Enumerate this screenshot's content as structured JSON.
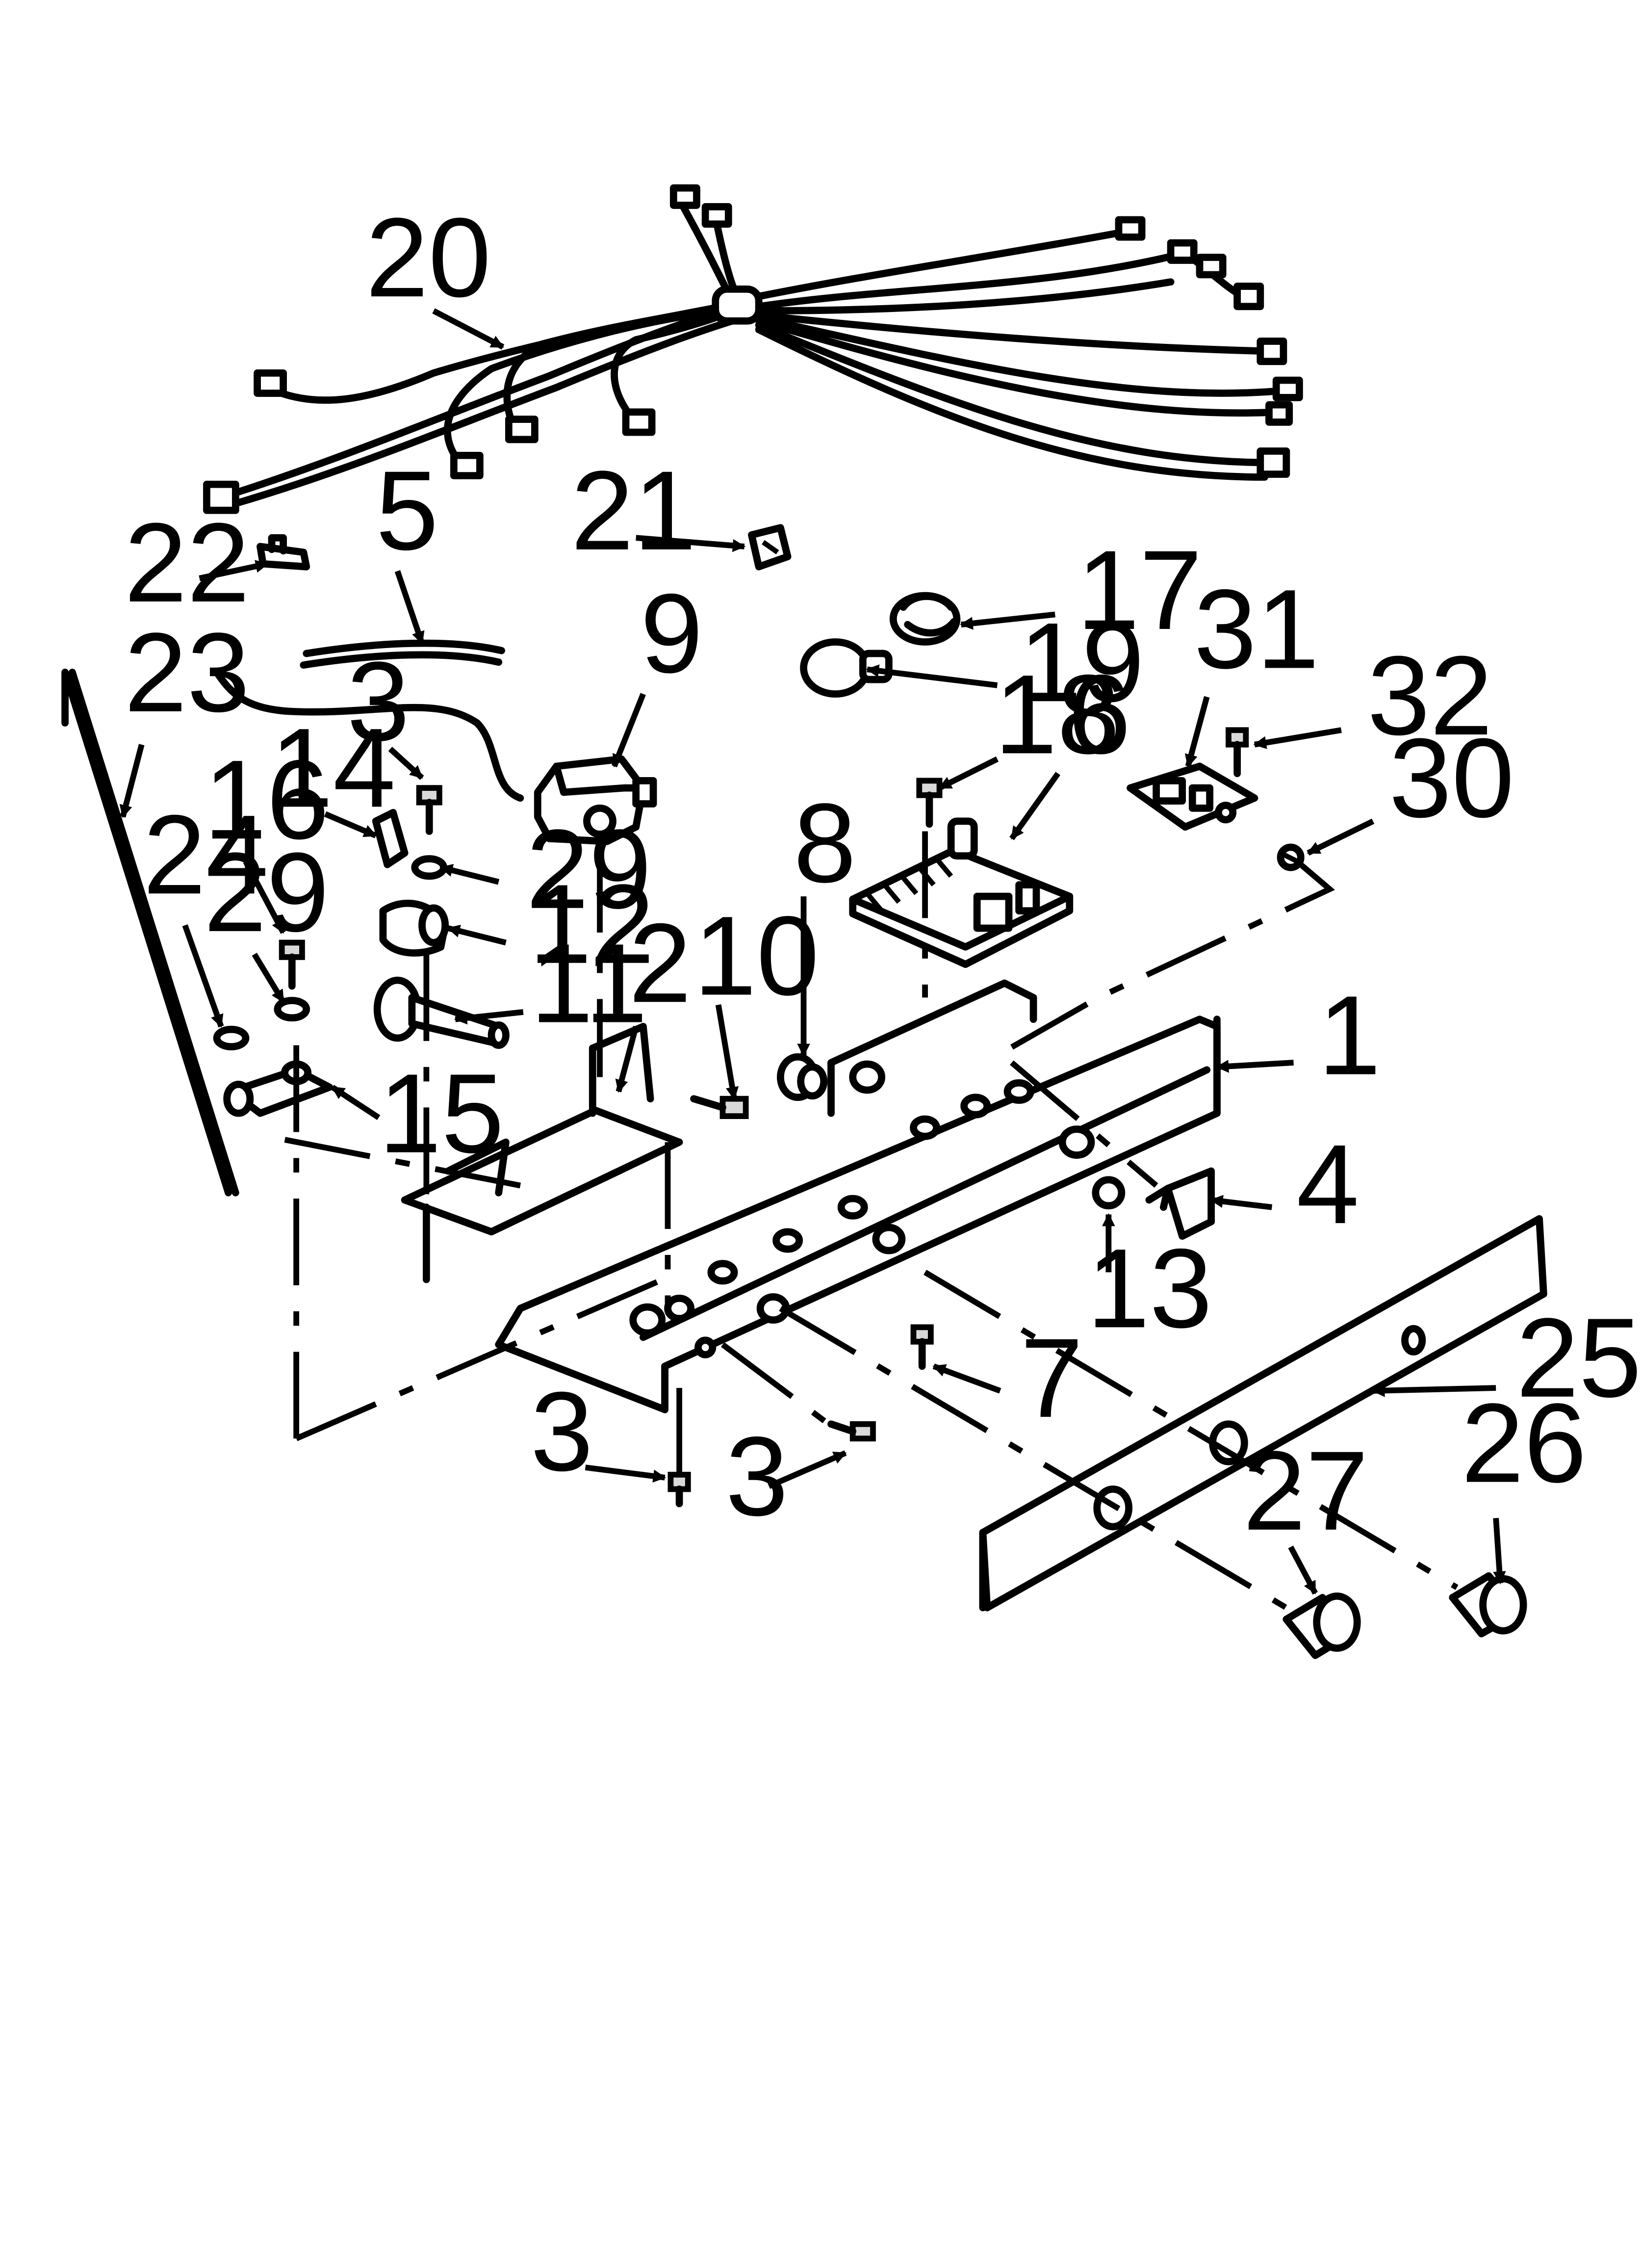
{
  "callouts": [
    {
      "id": "20",
      "text": "20"
    },
    {
      "id": "21",
      "text": "21"
    },
    {
      "id": "22",
      "text": "22"
    },
    {
      "id": "5",
      "text": "5"
    },
    {
      "id": "17",
      "text": "17"
    },
    {
      "id": "19",
      "text": "19"
    },
    {
      "id": "9",
      "text": "9"
    },
    {
      "id": "31",
      "text": "31"
    },
    {
      "id": "32",
      "text": "32"
    },
    {
      "id": "30",
      "text": "30"
    },
    {
      "id": "23",
      "text": "23"
    },
    {
      "id": "3a",
      "text": "3"
    },
    {
      "id": "14",
      "text": "14"
    },
    {
      "id": "16",
      "text": "16"
    },
    {
      "id": "29a",
      "text": "29"
    },
    {
      "id": "12",
      "text": "12"
    },
    {
      "id": "29b",
      "text": "29"
    },
    {
      "id": "24",
      "text": "24"
    },
    {
      "id": "11",
      "text": "11"
    },
    {
      "id": "18",
      "text": "18"
    },
    {
      "id": "6",
      "text": "6"
    },
    {
      "id": "8",
      "text": "8"
    },
    {
      "id": "2",
      "text": "2"
    },
    {
      "id": "10",
      "text": "10"
    },
    {
      "id": "1",
      "text": "1"
    },
    {
      "id": "15",
      "text": "15"
    },
    {
      "id": "4",
      "text": "4"
    },
    {
      "id": "13",
      "text": "13"
    },
    {
      "id": "7",
      "text": "7"
    },
    {
      "id": "25",
      "text": "25"
    },
    {
      "id": "3b",
      "text": "3"
    },
    {
      "id": "3c",
      "text": "3"
    },
    {
      "id": "26",
      "text": "26"
    },
    {
      "id": "27",
      "text": "27"
    }
  ]
}
